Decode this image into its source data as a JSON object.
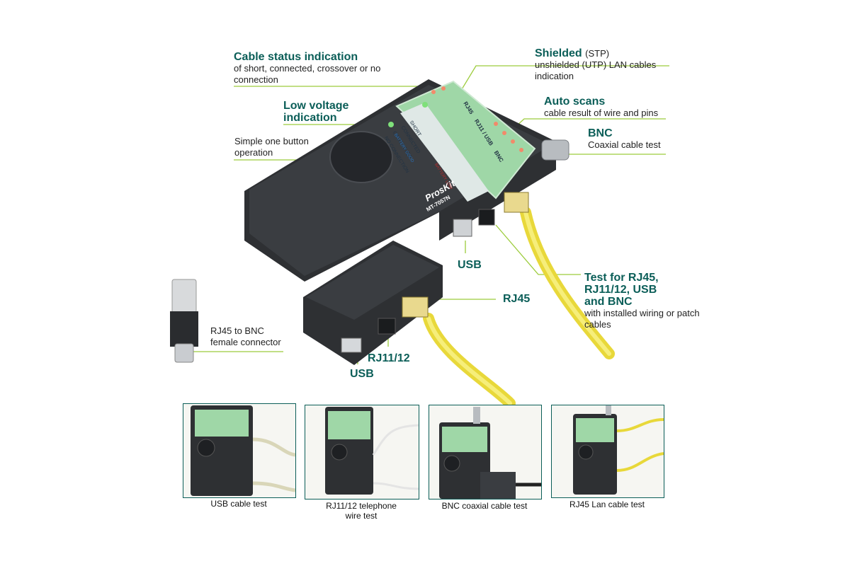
{
  "callouts": {
    "cable_status": {
      "title": "Cable status indication",
      "desc": "of short, connected, crossover or no connection"
    },
    "low_voltage": {
      "title_line1": "Low voltage",
      "title_line2": "indication"
    },
    "one_button": {
      "desc": "Simple one button operation"
    },
    "shielded": {
      "title": "Shielded",
      "title_suffix": "(STP)",
      "desc": "unshielded (UTP) LAN cables indication"
    },
    "auto_scans": {
      "title": "Auto scans",
      "desc": "cable result of wire and pins"
    },
    "bnc": {
      "title": "BNC",
      "desc": "Coaxial cable test"
    },
    "test_for": {
      "title_line1": "Test for RJ45,",
      "title_line2": "RJ11/12, USB",
      "title_line3": "and BNC",
      "desc": "with installed wiring or patch cables"
    },
    "adapter": {
      "desc": "RJ45 to BNC female connector"
    }
  },
  "ports": {
    "usb_main": "USB",
    "rj45_remote": "RJ45",
    "rj11_remote": "RJ11/12",
    "usb_remote": "USB"
  },
  "device": {
    "brand": "ProsKit",
    "model": "MT-7057N",
    "led_labels": [
      "SHORT",
      "CONNECTED",
      "CROSSOVER",
      "NO CONNECTION"
    ],
    "strip_labels": [
      "RJ45",
      "RJ11 / USB",
      "BNC"
    ],
    "battery_good": "BATTERY GOOD",
    "battery_low": "BATTERY LOW"
  },
  "photos": [
    {
      "caption": "USB cable test"
    },
    {
      "caption_line1": "RJ11/12 telephone",
      "caption_line2": "wire test"
    },
    {
      "caption": "BNC coaxial cable test"
    },
    {
      "caption": "RJ45 Lan cable test"
    }
  ],
  "colors": {
    "accent": "#0b5e58",
    "leader": "#9ccc3c",
    "cable": "#f2e44a",
    "body": "#2e3033",
    "panel": "#9fd7a7"
  }
}
